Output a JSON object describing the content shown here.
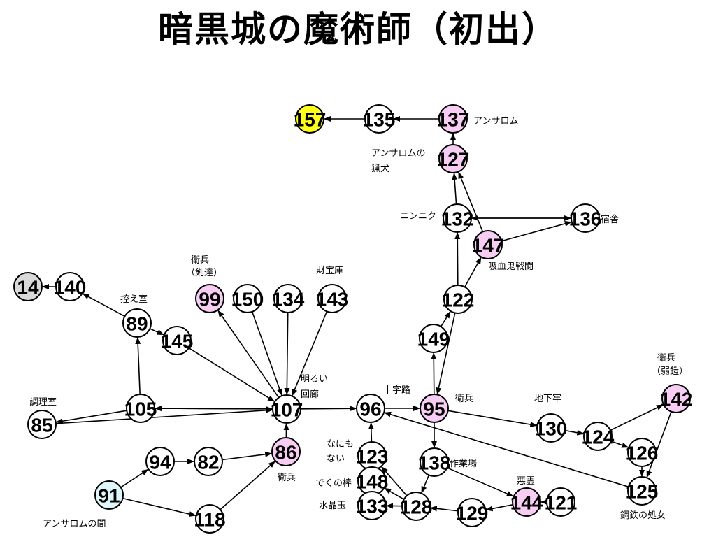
{
  "title": "暗黒城の魔術師（初出）",
  "colors": {
    "white": "#ffffff",
    "pink": "#f7cdf3",
    "yellow": "#ffff1a",
    "gray": "#d9d9d9",
    "cyan": "#dff7fb"
  },
  "nodes": [
    {
      "id": "157",
      "color": "yellow"
    },
    {
      "id": "135",
      "color": "white"
    },
    {
      "id": "137",
      "color": "pink"
    },
    {
      "id": "127",
      "color": "pink"
    },
    {
      "id": "132",
      "color": "white"
    },
    {
      "id": "136",
      "color": "white"
    },
    {
      "id": "147",
      "color": "pink"
    },
    {
      "id": "122",
      "color": "white"
    },
    {
      "id": "149",
      "color": "white"
    },
    {
      "id": "14",
      "color": "gray"
    },
    {
      "id": "140",
      "color": "white"
    },
    {
      "id": "89",
      "color": "white"
    },
    {
      "id": "145",
      "color": "white"
    },
    {
      "id": "99",
      "color": "pink"
    },
    {
      "id": "150",
      "color": "white"
    },
    {
      "id": "134",
      "color": "white"
    },
    {
      "id": "143",
      "color": "white"
    },
    {
      "id": "105",
      "color": "white"
    },
    {
      "id": "85",
      "color": "white"
    },
    {
      "id": "107",
      "color": "white"
    },
    {
      "id": "96",
      "color": "white"
    },
    {
      "id": "95",
      "color": "pink"
    },
    {
      "id": "142",
      "color": "pink"
    },
    {
      "id": "130",
      "color": "white"
    },
    {
      "id": "124",
      "color": "white"
    },
    {
      "id": "126",
      "color": "white"
    },
    {
      "id": "125",
      "color": "white"
    },
    {
      "id": "86",
      "color": "pink"
    },
    {
      "id": "94",
      "color": "white"
    },
    {
      "id": "82",
      "color": "white"
    },
    {
      "id": "91",
      "color": "cyan"
    },
    {
      "id": "118",
      "color": "white"
    },
    {
      "id": "123",
      "color": "white"
    },
    {
      "id": "138",
      "color": "white"
    },
    {
      "id": "148",
      "color": "white"
    },
    {
      "id": "133",
      "color": "white"
    },
    {
      "id": "128",
      "color": "white"
    },
    {
      "id": "129",
      "color": "white"
    },
    {
      "id": "144",
      "color": "pink"
    },
    {
      "id": "121",
      "color": "white"
    }
  ],
  "edges": [
    [
      "135",
      "157"
    ],
    [
      "137",
      "135"
    ],
    [
      "127",
      "137"
    ],
    [
      "132",
      "127"
    ],
    [
      "147",
      "127"
    ],
    [
      "136",
      "132"
    ],
    [
      "132",
      "136"
    ],
    [
      "147",
      "136"
    ],
    [
      "122",
      "132"
    ],
    [
      "122",
      "147"
    ],
    [
      "149",
      "122"
    ],
    [
      "122",
      "95"
    ],
    [
      "95",
      "149"
    ],
    [
      "140",
      "14"
    ],
    [
      "89",
      "140"
    ],
    [
      "105",
      "89"
    ],
    [
      "89",
      "145"
    ],
    [
      "145",
      "107"
    ],
    [
      "107",
      "99"
    ],
    [
      "150",
      "107"
    ],
    [
      "134",
      "107"
    ],
    [
      "143",
      "107"
    ],
    [
      "107",
      "105"
    ],
    [
      "105",
      "107"
    ],
    [
      "105",
      "85"
    ],
    [
      "85",
      "107"
    ],
    [
      "107",
      "96"
    ],
    [
      "96",
      "95"
    ],
    [
      "95",
      "130"
    ],
    [
      "130",
      "124"
    ],
    [
      "124",
      "142"
    ],
    [
      "124",
      "126"
    ],
    [
      "142",
      "125"
    ],
    [
      "126",
      "125"
    ],
    [
      "125",
      "96"
    ],
    [
      "95",
      "138"
    ],
    [
      "123",
      "96"
    ],
    [
      "138",
      "144"
    ],
    [
      "121",
      "144"
    ],
    [
      "144",
      "129"
    ],
    [
      "129",
      "128"
    ],
    [
      "138",
      "128"
    ],
    [
      "128",
      "148"
    ],
    [
      "128",
      "123"
    ],
    [
      "128",
      "133"
    ],
    [
      "86",
      "107"
    ],
    [
      "82",
      "86"
    ],
    [
      "94",
      "82"
    ],
    [
      "91",
      "94"
    ],
    [
      "91",
      "118"
    ],
    [
      "118",
      "86"
    ]
  ],
  "labels": {
    "anthalom": "アンサロム",
    "hound": [
      "アンサロムの",
      "猟犬"
    ],
    "garlic": "ニンニク",
    "dorm": "宿舎",
    "vampire": "吸血鬼戦闘",
    "guard_sword": [
      "衛兵",
      "（剣達）"
    ],
    "treasury": "財宝庫",
    "anteroom": "控え室",
    "bright_corridor": [
      "明るい",
      "回廊"
    ],
    "kitchen": "調理室",
    "crossroad": "十字路",
    "guard95": "衛兵",
    "dungeon": "地下牢",
    "guard_weak": [
      "衛兵",
      "（弱鎧）"
    ],
    "nothing": [
      "なにも",
      "ない"
    ],
    "workshop": "作業場",
    "club": "でくの棒",
    "ghost": "悪霊",
    "crystal": "水晶玉",
    "guard86": "衛兵",
    "iron_maiden": "鋼鉄の処女",
    "anthalom_room": "アンサロムの間"
  }
}
